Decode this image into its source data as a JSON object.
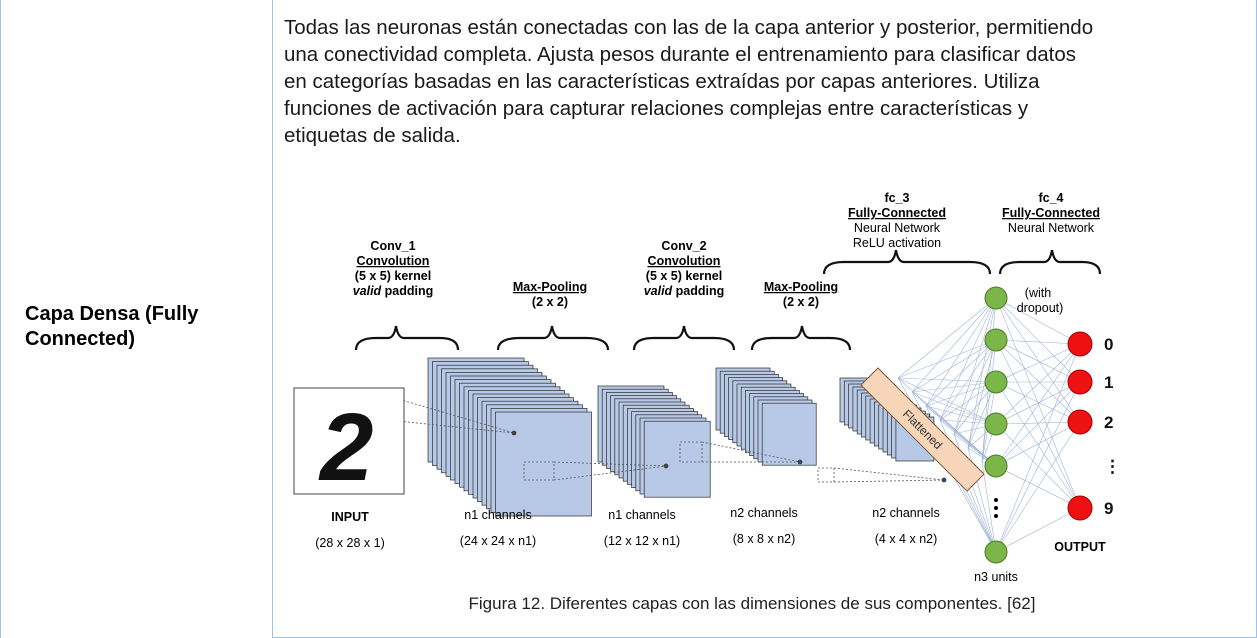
{
  "row_label": "Capa Densa (Fully Connected)",
  "row_label_lines": [
    "Capa Densa (Fully",
    "Connected)"
  ],
  "paragraph_lines": [
    "Todas las neuronas están conectadas con las de la capa anterior y posterior, permitiendo",
    "una conectividad completa. Ajusta pesos durante el entrenamiento para clasificar datos",
    "en categorías basadas en las características extraídas por capas anteriores. Utiliza",
    "funciones de activación para capturar relaciones complejas entre características y",
    "etiquetas de salida."
  ],
  "figure": {
    "stages": [
      {
        "name": "Conv_1",
        "op": "Convolution",
        "l3": "(5 x 5) kernel",
        "l4a": "valid",
        "l4b": " padding"
      },
      {
        "name": "Max-Pooling",
        "op": "(2 x 2)"
      },
      {
        "name": "Conv_2",
        "op": "Convolution",
        "l3": "(5 x 5) kernel",
        "l4a": "valid",
        "l4b": " padding"
      },
      {
        "name": "Max-Pooling",
        "op": "(2 x 2)"
      },
      {
        "name": "fc_3",
        "op": "Fully-Connected",
        "l3": "Neural Network",
        "l4": "ReLU activation"
      },
      {
        "name": "fc_4",
        "op": "Fully-Connected",
        "l3": "Neural Network"
      }
    ],
    "dropout_label": [
      "(with",
      "dropout)"
    ],
    "flattened_label": "Flattened",
    "input_label": "INPUT",
    "input_dims": "(28 x 28 x 1)",
    "layer_labels": [
      {
        "channels": "n1 channels",
        "dims": "(24 x 24 x n1)"
      },
      {
        "channels": "n1 channels",
        "dims": "(12 x 12 x n1)"
      },
      {
        "channels": "n2 channels",
        "dims": "(8 x 8 x n2)"
      },
      {
        "channels": "n2 channels",
        "dims": "(4 x 4 x n2)"
      }
    ],
    "units_label": "n3 units",
    "output_label": "OUTPUT",
    "output_classes": [
      "0",
      "1",
      "2",
      "⋮",
      "9"
    ],
    "digit_glyph": "2",
    "colors": {
      "map_fill": "#b7c9e6",
      "map_stroke": "#2b2b2b",
      "hidden_node": "#7ab648",
      "output_node": "#ee1111",
      "flatten_fill": "#f6d5b8",
      "lines": "#9fb4d6"
    }
  },
  "caption": "Figura 12. Diferentes capas con las dimensiones de sus componentes. [62]"
}
